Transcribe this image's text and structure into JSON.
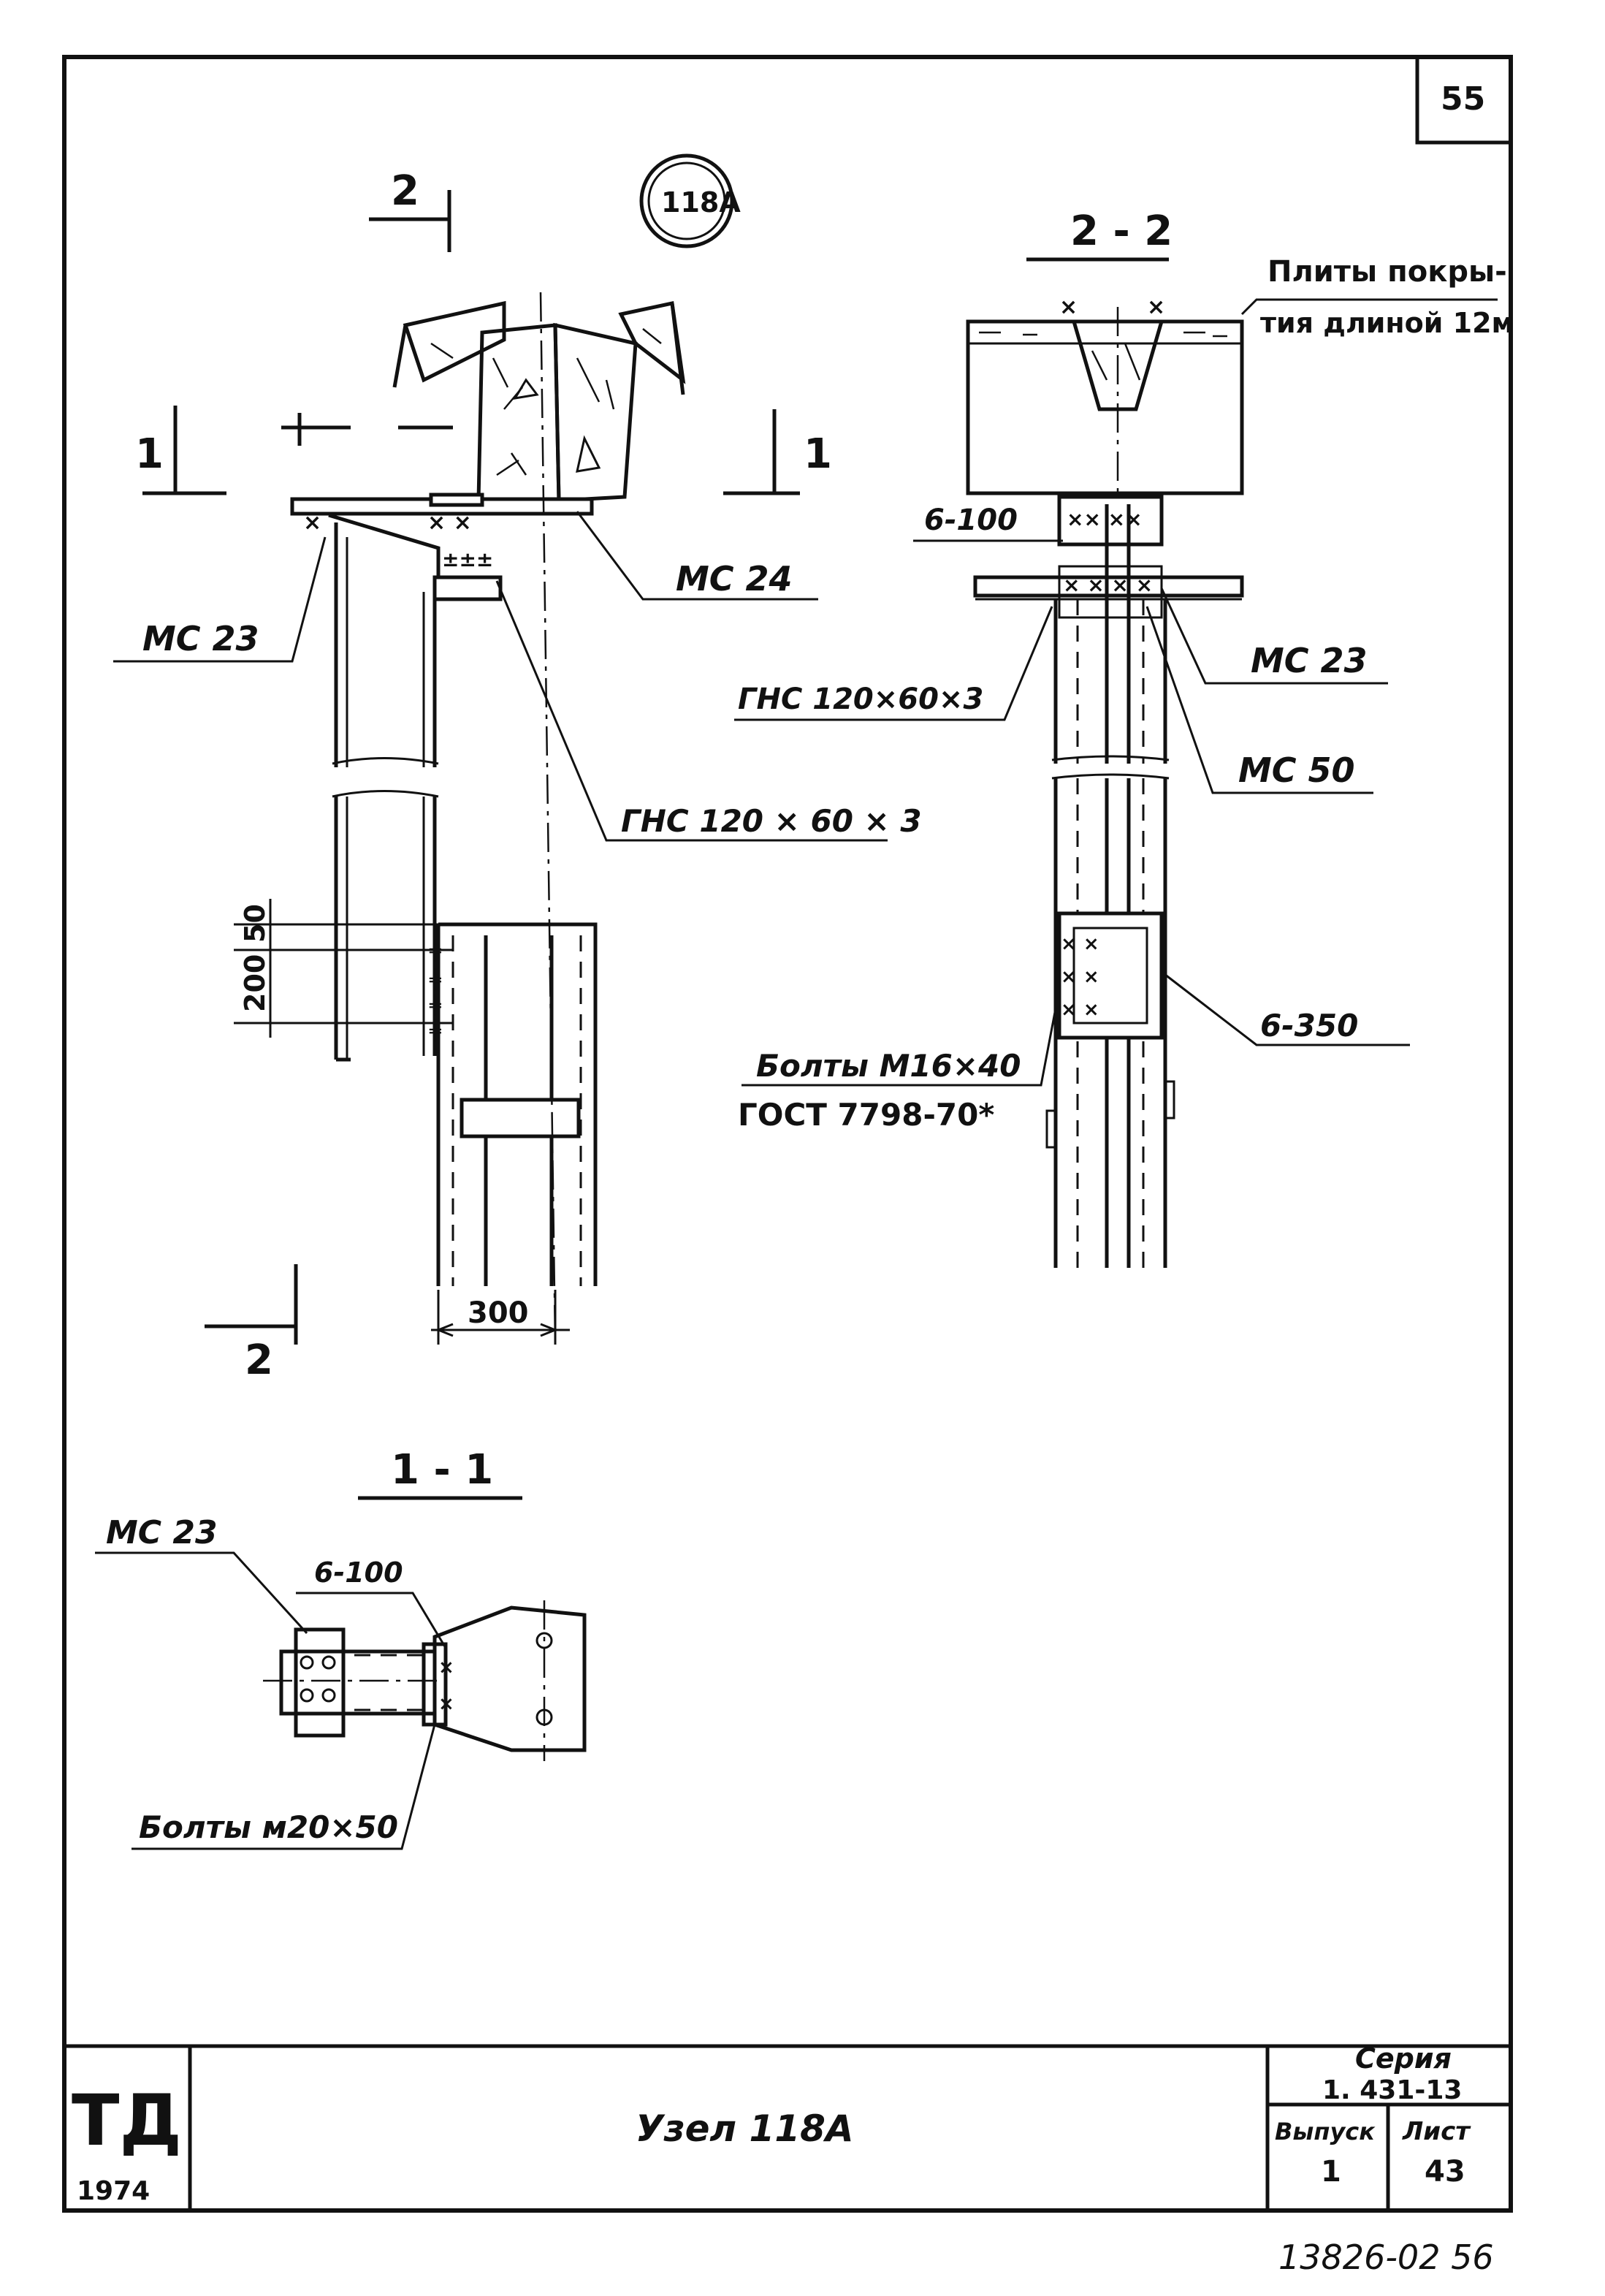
{
  "sheet_number": "55",
  "node_badge": "118А",
  "section_marks": {
    "mark_2": "2",
    "mark_1": "1",
    "title_2_2": "2 - 2",
    "title_1_1": "1 - 1"
  },
  "labels": {
    "mc24": "МС 24",
    "mc23_left": "МС 23",
    "ghs_left": "ГНС 120 × 60 × 3",
    "dim_50": "50",
    "dim_200": "200",
    "dim_300": "300",
    "plates_line1": "Плиты покры-",
    "plates_line2": "тия длиной 12м",
    "plate_6_100_top": "6-100",
    "ghs_right": "ГНС 120×60×3",
    "mc23_right": "МС 23",
    "mc50": "МС 50",
    "plate_6_350": "6-350",
    "bolts_m16_line1": "Болты М16×40",
    "bolts_m16_line2": "ГОСТ 7798-70*",
    "mc23_bottom": "МС 23",
    "plate_6_100_bottom": "6-100",
    "bolts_m20": "Болты м20×50"
  },
  "title_block": {
    "logo_letters": "ТД",
    "logo_year": "1974",
    "title": "Узел   118А",
    "series_label": "Серия",
    "series_value": "1. 431-13",
    "issue_label": "Выпуск",
    "issue_value": "1",
    "sheet_label": "Лист",
    "sheet_value": "43"
  },
  "footer_code": "13826-02  56"
}
